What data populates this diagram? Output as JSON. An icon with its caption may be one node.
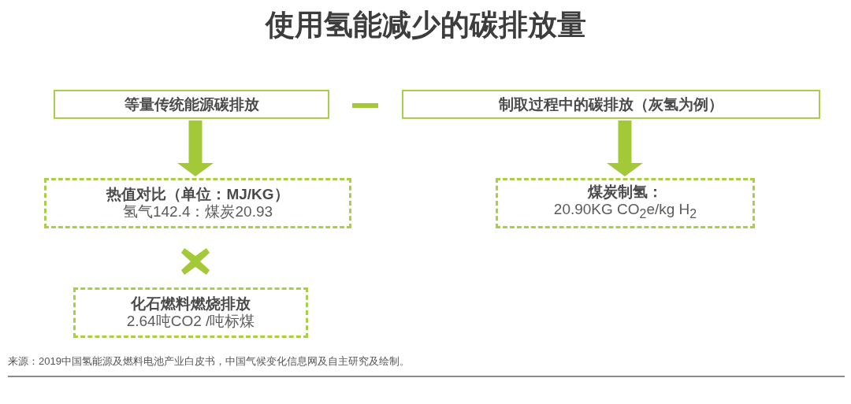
{
  "diagram": {
    "title": "使用氢能减少的碳排放量",
    "nodes": [
      {
        "text": [
          "等量传统能源碳排放"
        ]
      },
      {
        "text": [
          "制取过程中的碳排放（灰氢为例）"
        ]
      },
      {
        "text": [
          "热值对比（单位：MJ/KG）",
          "氢气142.4：煤炭20.93"
        ]
      },
      {
        "text": [
          "煤炭制氢：",
          "20.90KG CO$_{2}$e/kg H$_{2}$"
        ]
      },
      {
        "text": [
          "化石燃料燃烧排放",
          "2.64吨CO2 /吨标煤"
        ]
      }
    ],
    "edges": [
      {
        "from": 0,
        "to": 2,
        "arrow": "to"
      },
      {
        "from": 1,
        "to": 3,
        "arrow": "to"
      }
    ],
    "labels": [
      "来源：2019中国氢能源及燃料电池产业白皮书，中国气候变化信息网及自主研究及绘制。"
    ]
  }
}
